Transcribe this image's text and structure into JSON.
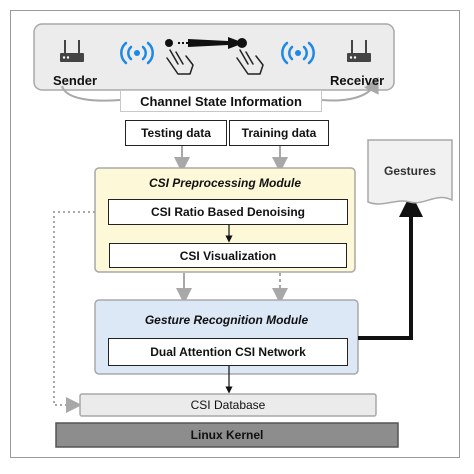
{
  "top": {
    "sender_label": "Sender",
    "receiver_label": "Receiver",
    "csi_label": "Channel State Information"
  },
  "data_split": {
    "testing": "Testing data",
    "training": "Training data"
  },
  "output": {
    "gestures": "Gestures"
  },
  "preprocessing": {
    "title": "CSI  Preprocessing Module",
    "step1": "CSI Ratio Based Denoising",
    "step2": "CSI Visualization"
  },
  "recognition": {
    "title": "Gesture Recognition Module",
    "network": "Dual Attention CSI Network"
  },
  "storage": {
    "database": "CSI Database",
    "kernel": "Linux Kernel"
  },
  "colors": {
    "signal_blue": "#1e88e5",
    "preprocessing_fill": "#fdf9d8",
    "recognition_fill": "#dde8f7",
    "kernel_fill": "#8d8d8d",
    "database_fill": "#ebebeb"
  }
}
